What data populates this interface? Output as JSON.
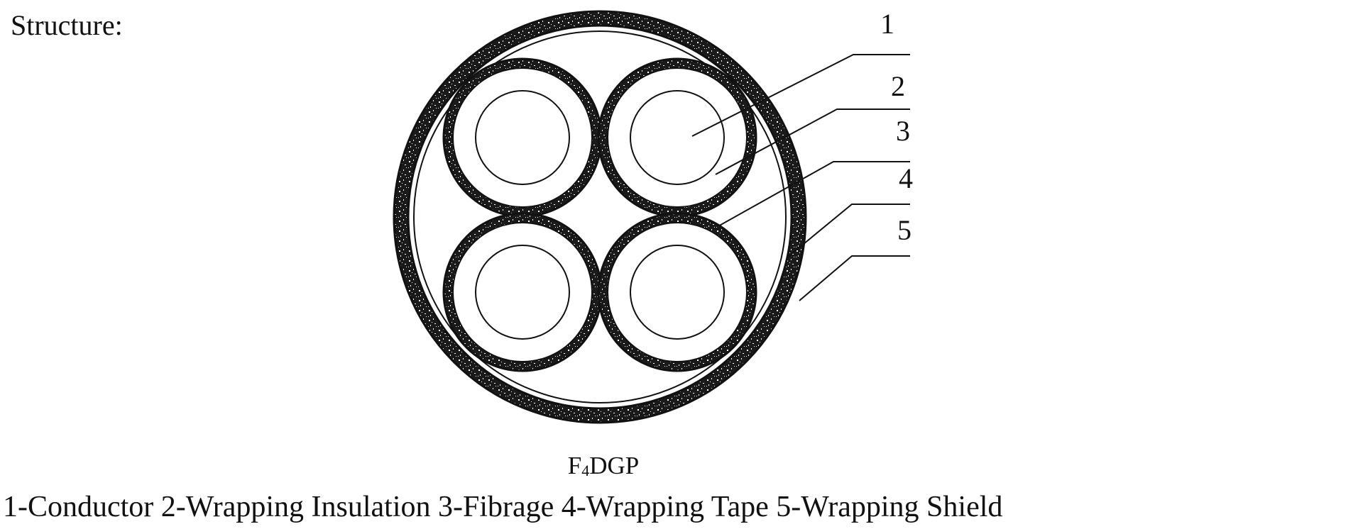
{
  "heading": "Structure:",
  "callouts": [
    "1",
    "2",
    "3",
    "4",
    "5"
  ],
  "model": {
    "prefix": "F",
    "subscript": "4",
    "suffix": "DGP"
  },
  "legend": "1-Conductor 2-Wrapping Insulation 3-Fibrage 4-Wrapping Tape 5-Wrapping Shield",
  "colors": {
    "ink": "#111111",
    "background": "#ffffff"
  }
}
